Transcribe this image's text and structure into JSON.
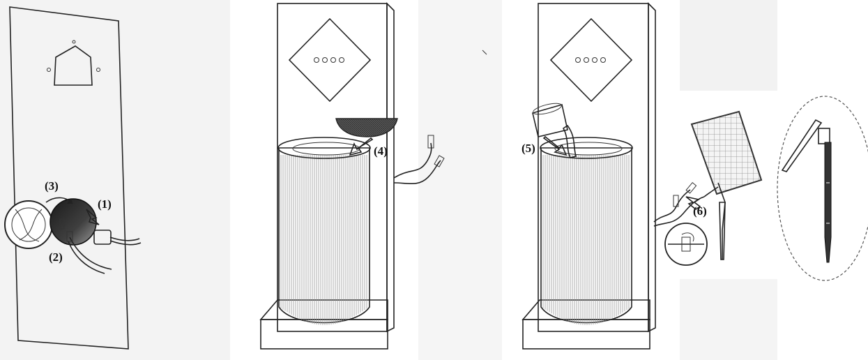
{
  "steps": [
    {
      "id": "step-1",
      "label": "(1)"
    },
    {
      "id": "step-2",
      "label": "(2)"
    },
    {
      "id": "step-3",
      "label": "(3)"
    },
    {
      "id": "step-4",
      "label": "(4)"
    },
    {
      "id": "step-5",
      "label": "(5)"
    },
    {
      "id": "step-6",
      "label": "(6)"
    }
  ],
  "colors": {
    "line": "#222222",
    "pump_dark": "#3a3a3a",
    "bowl": "#4a4a4a",
    "panel_frame": "#555555",
    "shadow": "#eeeeee"
  }
}
